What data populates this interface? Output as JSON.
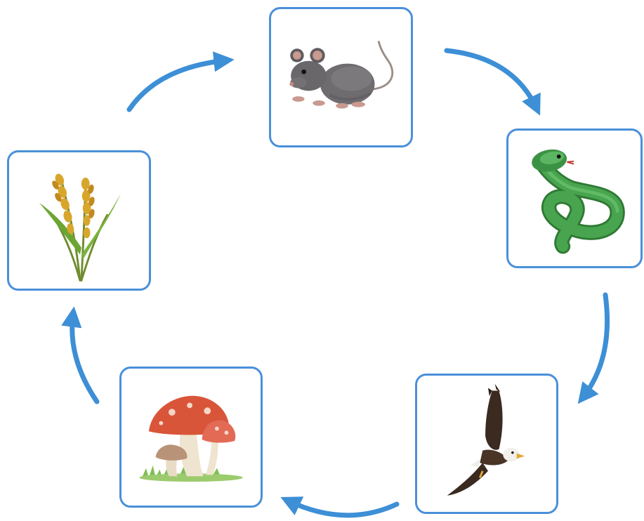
{
  "colors": {
    "frame": "#4a90d9",
    "arrow": "#3d8fd6"
  },
  "cycle": [
    {
      "organism": "mouse",
      "icon": "mouse-icon"
    },
    {
      "organism": "snake",
      "icon": "snake-icon"
    },
    {
      "organism": "eagle",
      "icon": "eagle-icon"
    },
    {
      "organism": "mushroom",
      "icon": "mushroom-icon"
    },
    {
      "organism": "wheat",
      "icon": "wheat-icon"
    }
  ]
}
